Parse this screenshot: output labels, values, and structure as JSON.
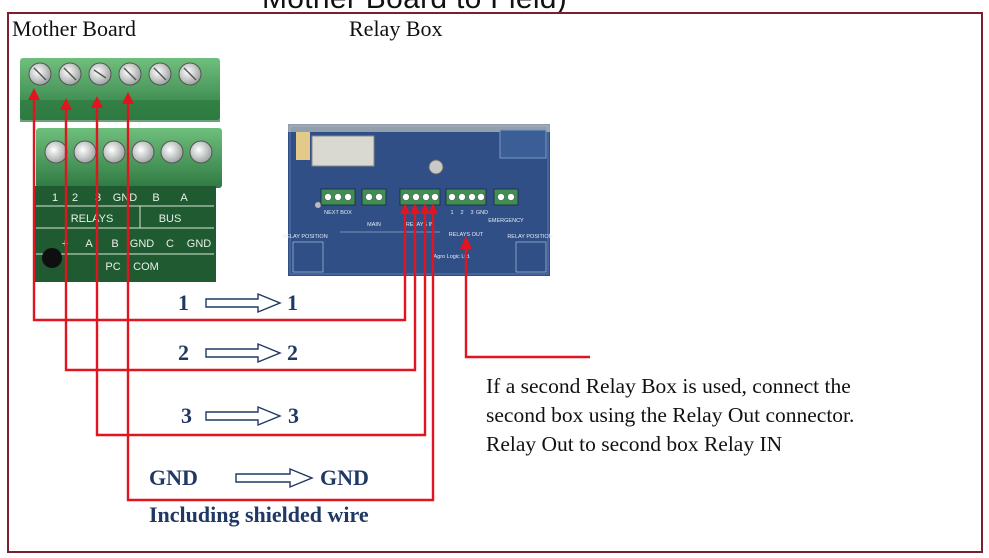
{
  "title_fragment": "Mother Board to Field)",
  "labels": {
    "mother_board": "Mother Board",
    "relay_box": "Relay Box"
  },
  "motherboard": {
    "row1": [
      "1",
      "2",
      "3",
      "GND",
      "B",
      "A"
    ],
    "row1_groups": [
      "RELAYS",
      "BUS"
    ],
    "row2": [
      "+",
      "A",
      "B",
      "GND",
      "C",
      "GND"
    ],
    "row2_groups": [
      "PC",
      "COM"
    ]
  },
  "relaybox": {
    "connectors": [
      "NEXT BOX",
      "MAIN",
      "RELAYS IN",
      "RELAYS OUT",
      "EMERGENCY"
    ],
    "pins_out": [
      "1",
      "2",
      "3",
      "GND"
    ],
    "side_label": "RELAY POSITION",
    "logo": "Agro Logic Ltd."
  },
  "wire_map": [
    {
      "from": "1",
      "to": "1"
    },
    {
      "from": "2",
      "to": "2"
    },
    {
      "from": "3",
      "to": "3"
    },
    {
      "from": "GND",
      "to": "GND"
    }
  ],
  "shielded_note": "Including shielded wire",
  "note_lines": [
    "If a second Relay Box is used, connect the",
    "second box using the Relay Out connector.",
    "Relay Out to second box Relay IN"
  ],
  "colors": {
    "frame": "#7b1f2e",
    "wire": "#e0151f",
    "mapping_text": "#1f3864",
    "terminal_green": "#3e8f52",
    "board_blue": "#2f4f86"
  }
}
